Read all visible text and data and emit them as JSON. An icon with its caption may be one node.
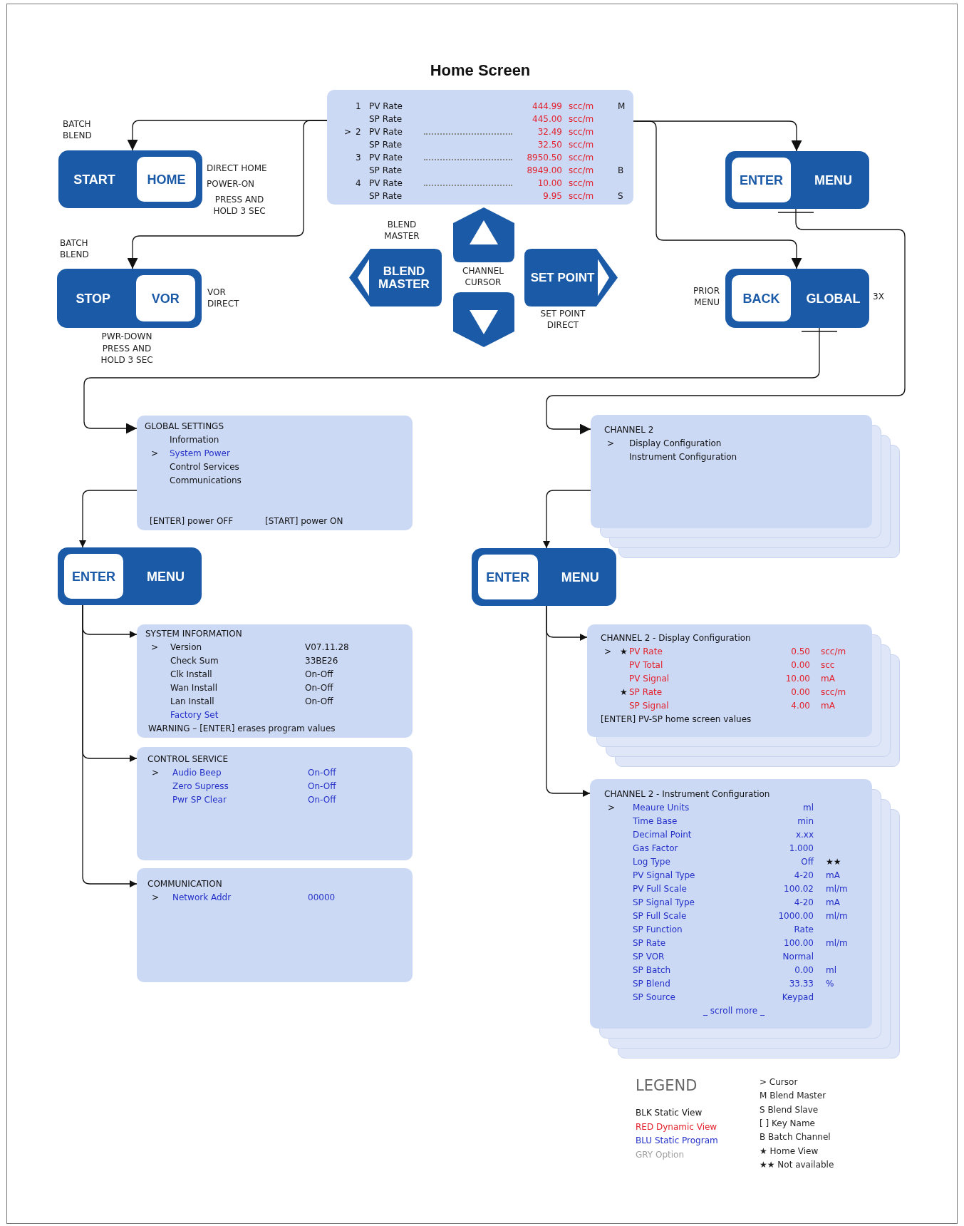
{
  "diagram": {
    "nodes": [
      {
        "text": [
          "Home Screen",
          "1",
          "PV Rate",
          "444.99",
          "scc/m",
          "M",
          "SP Rate",
          "445.00",
          "scc/m",
          ">",
          "2",
          "PV Rate",
          "32.49",
          "scc/m",
          "SP Rate",
          "32.50",
          "scc/m",
          "3",
          "PV Rate",
          "8950.50",
          "scc/m",
          "SP Rate",
          "8949.00",
          "scc/m",
          "B",
          "4",
          "PV Rate",
          "10.00",
          "scc/m",
          "SP Rate",
          "9.95",
          "scc/m",
          "S"
        ]
      },
      {
        "text": [
          "START",
          "HOME"
        ],
        "beside": [
          "BATCH BLEND",
          "DIRECT HOME",
          "POWER-ON",
          "PRESS AND HOLD 3 SEC"
        ]
      },
      {
        "text": [
          "STOP",
          "VOR"
        ],
        "beside": [
          "BATCH BLEND",
          "VOR DIRECT",
          "PWR-DOWN",
          "PRESS AND HOLD 3 SEC"
        ]
      },
      {
        "text": [
          "BLEND MASTER"
        ],
        "beside": [
          "BLEND MASTER"
        ]
      },
      {
        "text": [],
        "shape": "hexagon"
      },
      {
        "text": [],
        "shape": "hexagon"
      },
      {
        "text": [
          "SET POINT"
        ],
        "beside": [
          "SET POINT DIRECT"
        ]
      },
      {
        "text": [
          "ENTER",
          "MENU"
        ]
      },
      {
        "text": [
          "BACK",
          "GLOBAL"
        ],
        "beside": [
          "PRIOR MENU",
          "3X"
        ]
      },
      {
        "text": [
          "GLOBAL SETTINGS",
          "Information",
          ">",
          "System Power",
          "Control Services",
          "Communications",
          "[ENTER] power OFF",
          "[START] power ON"
        ]
      },
      {
        "text": [
          "ENTER",
          "MENU"
        ]
      },
      {
        "text": [
          "SYSTEM INFORMATION",
          ">",
          "Version",
          "V07.11.28",
          "Check Sum",
          "33BE26",
          "Clk Install",
          "On-Off",
          "Wan Install",
          "On-Off",
          "Lan Install",
          "On-Off",
          "Factory Set",
          "WARNING – [ENTER] erases program values"
        ]
      },
      {
        "text": [
          "CONTROL SERVICE",
          ">",
          "Audio Beep",
          "On-Off",
          "Zero Supress",
          "On-Off",
          "Pwr SP Clear",
          "On-Off"
        ]
      },
      {
        "text": [
          "COMMUNICATION",
          ">",
          "Network Addr",
          "00000"
        ]
      },
      {
        "text": [
          "CHANNEL 2",
          ">",
          "Display Configuration",
          "Instrument Configuration"
        ]
      },
      {
        "text": [
          "ENTER",
          "MENU"
        ]
      },
      {
        "text": [
          "CHANNEL 2 - Display Configuration",
          ">",
          "★",
          "PV Rate",
          "0.50",
          "scc/m",
          "PV Total",
          "0.00",
          "scc",
          "PV Signal",
          "10.00",
          "mA",
          "★",
          "SP Rate",
          "0.00",
          "scc/m",
          "SP Signal",
          "4.00",
          "mA",
          "[ENTER] PV-SP home screen values"
        ]
      },
      {
        "text": [
          "CHANNEL 2 - Instrument Configuration",
          ">",
          "Meaure Units",
          "ml",
          "Time Base",
          "min",
          "Decimal Point",
          "x.xx",
          "Gas Factor",
          "1.000",
          "Log Type",
          "Off",
          "★★",
          "PV Signal Type",
          "4-20",
          "mA",
          "PV Full Scale",
          "100.02",
          "ml/m",
          "SP Signal Type",
          "4-20",
          "mA",
          "SP Full Scale",
          "1000.00",
          "ml/m",
          "SP Function",
          "Rate",
          "SP Rate",
          "100.00",
          "ml/m",
          "SP VOR",
          "Normal",
          "SP Batch",
          "0.00",
          "ml",
          "SP Blend",
          "33.33",
          "%",
          "SP Source",
          "Keypad",
          "_ scroll more _"
        ]
      }
    ],
    "edges": [
      {
        "from": 0,
        "to": 1,
        "arrow": "to"
      },
      {
        "from": 0,
        "to": 2,
        "arrow": "to"
      },
      {
        "from": 0,
        "to": 7,
        "arrow": "to"
      },
      {
        "from": 0,
        "to": 8,
        "arrow": "to"
      },
      {
        "from": 7,
        "to": 14,
        "arrow": "to"
      },
      {
        "from": 8,
        "to": 9,
        "arrow": "to"
      },
      {
        "from": 9,
        "to": 10,
        "arrow": "to"
      },
      {
        "from": 10,
        "to": 11,
        "arrow": "to"
      },
      {
        "from": 10,
        "to": 12,
        "arrow": "to"
      },
      {
        "from": 10,
        "to": 13,
        "arrow": "to"
      },
      {
        "from": 14,
        "to": 15,
        "arrow": "to"
      },
      {
        "from": 15,
        "to": 16,
        "arrow": "to"
      },
      {
        "from": 15,
        "to": 17,
        "arrow": "to"
      }
    ],
    "labels": [
      "CHANNEL CURSOR",
      "LEGEND"
    ],
    "legend": [
      {
        "text": "BLK Static View",
        "color": "#111111"
      },
      {
        "text": "RED Dynamic View",
        "color": "#e3202b"
      },
      {
        "text": "BLU Static Program",
        "color": "#2330c8"
      },
      {
        "text": "GRY Option",
        "color": "#a0a0a0"
      },
      {
        "text": "> Cursor"
      },
      {
        "text": "M Blend Master"
      },
      {
        "text": "S Blend Slave"
      },
      {
        "text": "[ ] Key Name"
      },
      {
        "text": "B Batch Channel"
      },
      {
        "text": "★ Home View"
      },
      {
        "text": "★★ Not available"
      }
    ]
  }
}
